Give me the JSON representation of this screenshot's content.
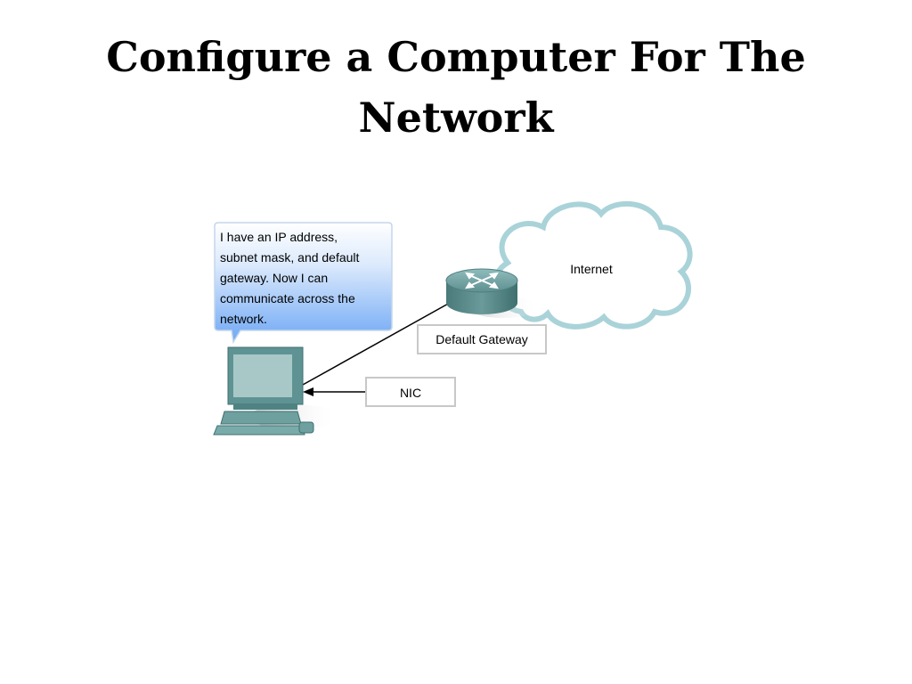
{
  "slide": {
    "title": "Configure a Computer For The Network"
  },
  "diagram": {
    "speech_bubble": "I have an IP address,\nsubnet mask, and default\ngateway. Now I can\ncommunicate across the\nnetwork.",
    "cloud_label": "Internet",
    "gateway_label": "Default Gateway",
    "nic_label": "NIC",
    "icons": [
      "cloud-icon",
      "router-icon",
      "computer-icon",
      "speech-bubble"
    ],
    "colors": {
      "device": "#5f9393",
      "device_dark": "#3f6f6f",
      "cloud_outline": "#9fcfd4",
      "bubble_top": "#ffffff",
      "bubble_bottom": "#6fa8f5"
    }
  }
}
